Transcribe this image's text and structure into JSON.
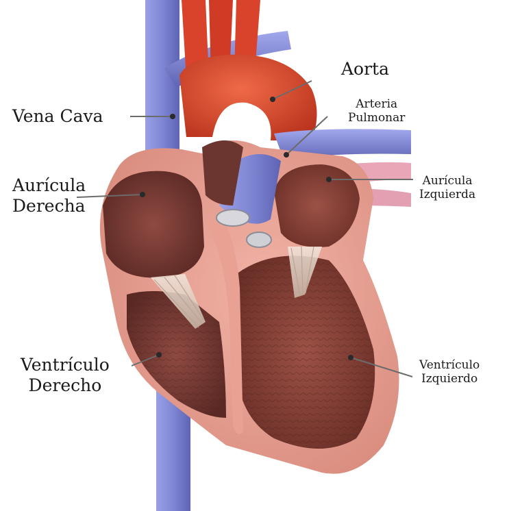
{
  "labels": {
    "aorta": "Aorta",
    "vena_cava": "Vena Cava",
    "arteria_pulmonar": [
      "Arteria",
      "Pulmonar"
    ],
    "auricula_derecha": [
      "Aurícula",
      "Derecha"
    ],
    "auricula_izquierda": [
      "Aurícula",
      "Izquierda"
    ],
    "ventriculo_derecho": [
      "Ventrículo",
      "Derecho"
    ],
    "ventriculo_izquierdo": [
      "Ventrículo",
      "Izquierdo"
    ]
  },
  "colors": {
    "vein_blue": "#7f86d3",
    "artery_red": "#d9432c",
    "muscle_pink": "#e8a193",
    "chamber_dark": "#7a3a33",
    "leader_line": "#6b6b6b"
  }
}
